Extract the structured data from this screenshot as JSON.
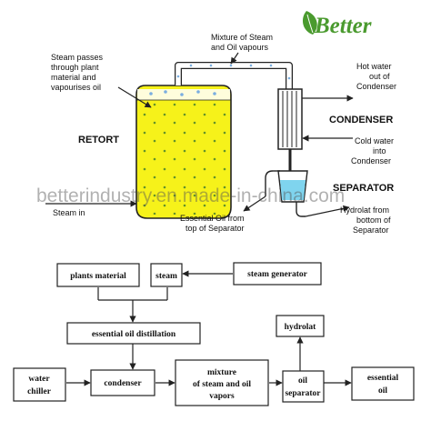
{
  "brand": {
    "logo_text": "Better",
    "watermark": "betterindustry.en.made-in-china.com"
  },
  "process": {
    "labels": {
      "retort": "RETORT",
      "condenser": "CONDENSER",
      "separator": "SEPARATOR",
      "steam_passes_1": "Steam passes",
      "steam_passes_2": "through plant",
      "steam_passes_3": "material and",
      "steam_passes_4": "vapourises oil",
      "mixture_1": "Mixture of Steam",
      "mixture_2": "and Oil vapours",
      "hot_water_1": "Hot water",
      "hot_water_2": "out of",
      "hot_water_3": "Condenser",
      "cold_water_1": "Cold water",
      "cold_water_2": "into",
      "cold_water_3": "Condenser",
      "steam_in": "Steam in",
      "essential_oil_1": "Essential Oil from",
      "essential_oil_2": "top of Separator",
      "hydrolat_1": "Hydrolat from",
      "hydrolat_2": "bottom of",
      "hydrolat_3": "Separator"
    },
    "colors": {
      "retort_fill": "#f6f21a",
      "steam_dots": "#7aaee0",
      "separator_water": "#7fd4ee",
      "logo_green": "#4a9a2e"
    }
  },
  "flowchart": {
    "plants_material": "plants material",
    "steam": "steam",
    "steam_generator": "steam generator",
    "distillation": "essential oil distillation",
    "hydrolat": "hydrolat",
    "water_chiller_1": "water",
    "water_chiller_2": "chiller",
    "condenser": "condenser",
    "mixture_1": "mixture",
    "mixture_2": "of steam and oil",
    "mixture_3": "vapors",
    "oil_separator_1": "oil",
    "oil_separator_2": "separator",
    "essential_oil_1": "essential",
    "essential_oil_2": "oil"
  }
}
